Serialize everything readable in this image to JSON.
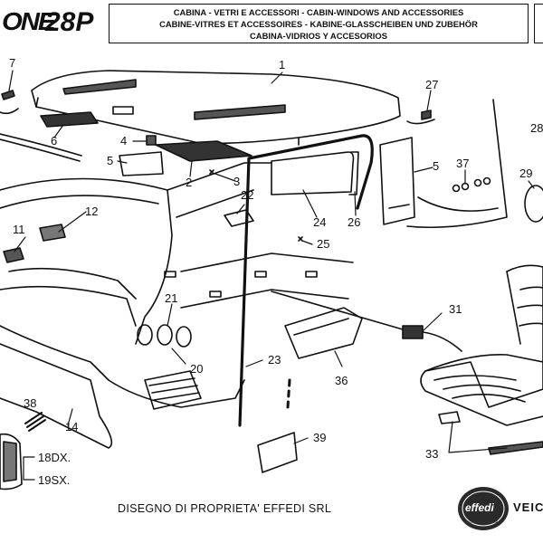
{
  "header": {
    "brand": "ONE",
    "model": "28P",
    "title_lines": [
      "CABINA - VETRI E ACCESSORI - CABIN-WINDOWS AND ACCESSORIES",
      "CABINE-VITRES ET ACCESSOIRES - KABINE-GLASSCHEIBEN UND ZUBEHÖR",
      "CABINA-VIDRIOS Y ACCESORIOS"
    ]
  },
  "callouts": [
    "1",
    "2",
    "3",
    "4",
    "5",
    "5",
    "6",
    "7",
    "11",
    "12",
    "14",
    "18DX.",
    "19SX.",
    "20",
    "21",
    "22",
    "23",
    "24",
    "25",
    "26",
    "27",
    "28",
    "29",
    "31",
    "33",
    "36",
    "37",
    "38",
    "39"
  ],
  "footer": {
    "ownership_note": "DISEGNO DI PROPRIETA' EFFEDI SRL",
    "logo_text": "effedi",
    "logo_subtext": "VEICOLI INDUSTRIALI",
    "veic_text": "VEIC"
  },
  "colors": {
    "line": "#111111",
    "logo_bg": "#2a2a2a"
  }
}
